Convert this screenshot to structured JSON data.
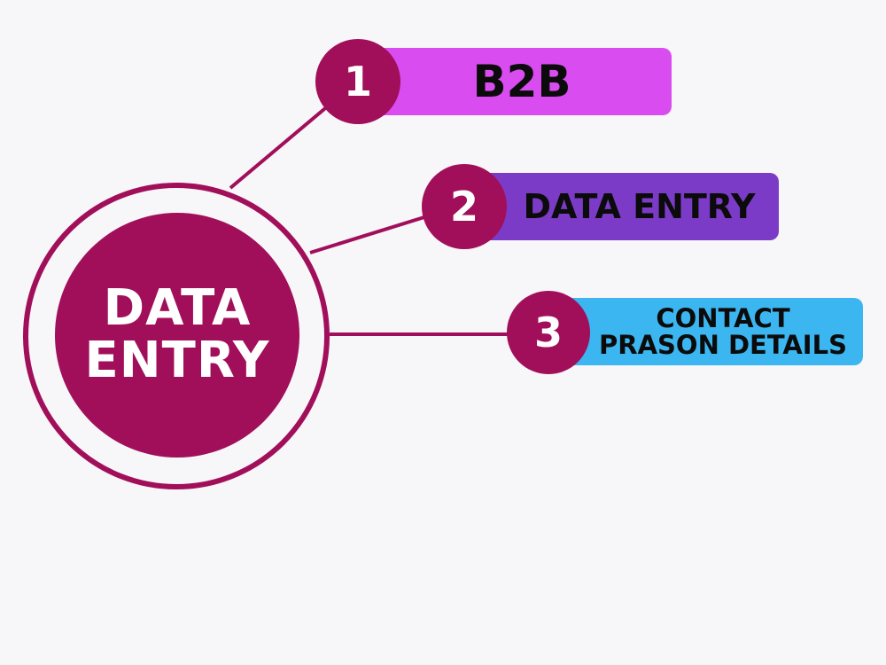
{
  "colors": {
    "background": "#f7f6f8",
    "hub": "#a10f5a",
    "hub_text": "#ffffff",
    "item_text": "#0b0b0b"
  },
  "hub": {
    "line1": "DATA",
    "line2": "ENTRY"
  },
  "items": [
    {
      "number": "1",
      "lines": [
        "B2B"
      ],
      "color": "#d94df0"
    },
    {
      "number": "2",
      "lines": [
        "DATA ENTRY"
      ],
      "color": "#7b3bc7"
    },
    {
      "number": "3",
      "lines": [
        "CONTACT",
        "PRASON DETAILS"
      ],
      "color": "#3bb6f0"
    }
  ]
}
